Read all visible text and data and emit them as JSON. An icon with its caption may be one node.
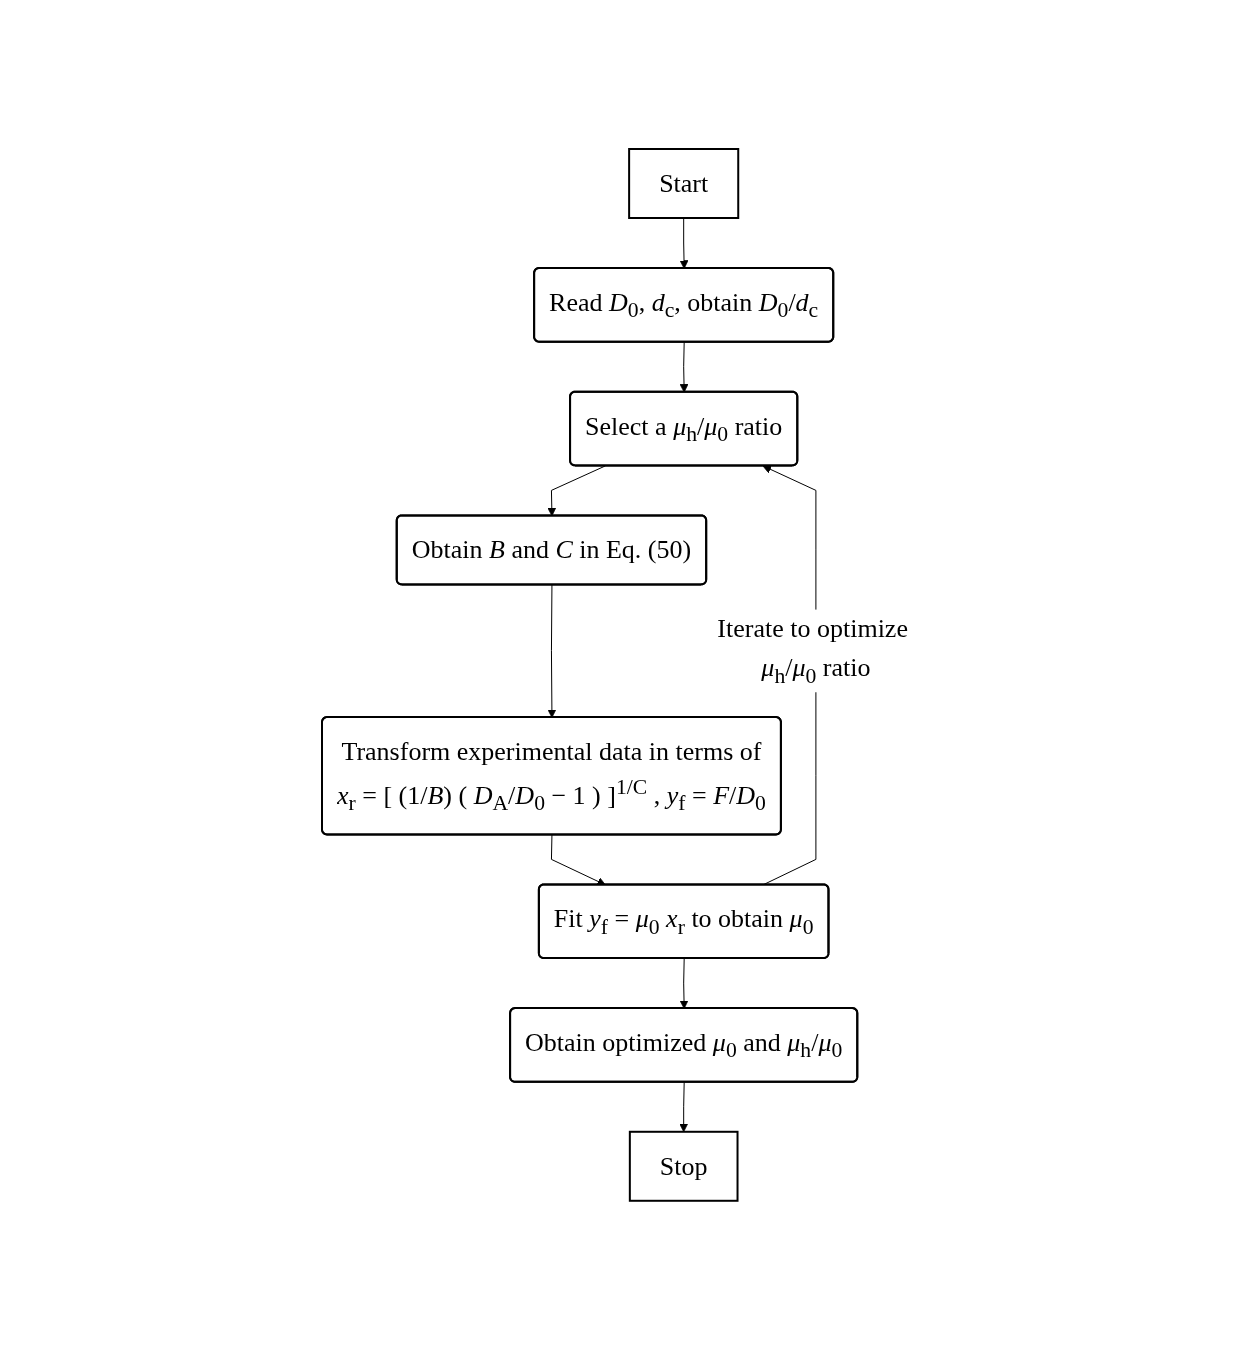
{
  "diagram": {
    "nodes": [
      {
        "text": [
          "Start"
        ]
      },
      {
        "text": [
          "Read *D*$_{0}$, *d*$_{c}$, obtain *D*$_{0}$/*d*$_{c}$"
        ]
      },
      {
        "text": [
          "Select a *μ*$_{h}$/*μ*$_{0}$ ratio"
        ]
      },
      {
        "text": [
          "Obtain *B* and *C* in Eq. (50)"
        ]
      },
      {
        "text": [
          "Transform experimental data in terms of",
          "*x*$_{r}$ = [ (1/*B*) ( *D*$_{A}$/*D*$_{0}$ − 1 ) ]$^{1/C}$ , *y*$_{f}$ = *F*/*D*$_{0}$"
        ]
      },
      {
        "text": [
          "Fit *y*$_{f}$ = *μ*$_{0}$ *x*$_{r}$ to obtain *μ*$_{0}$"
        ]
      },
      {
        "text": [
          "Obtain optimized *μ*$_{0}$ and *μ*$_{h}$/*μ*$_{0}$"
        ]
      },
      {
        "text": [
          "Stop"
        ]
      }
    ],
    "edges": [
      {
        "from": 0,
        "to": 1,
        "arrow": "to"
      },
      {
        "from": 1,
        "to": 2,
        "arrow": "to"
      },
      {
        "from": 2,
        "to": 3,
        "arrow": "to"
      },
      {
        "from": 3,
        "to": 4,
        "arrow": "to"
      },
      {
        "from": 4,
        "to": 5,
        "arrow": "to"
      },
      {
        "from": 5,
        "to": 6,
        "arrow": "to"
      },
      {
        "from": 5,
        "to": 2,
        "arrow": "to",
        "label": "Iterate to optimize *μ*$_{h}$/*μ*$_{0}$ ratio"
      },
      {
        "from": 6,
        "to": 7,
        "arrow": "to"
      }
    ]
  }
}
